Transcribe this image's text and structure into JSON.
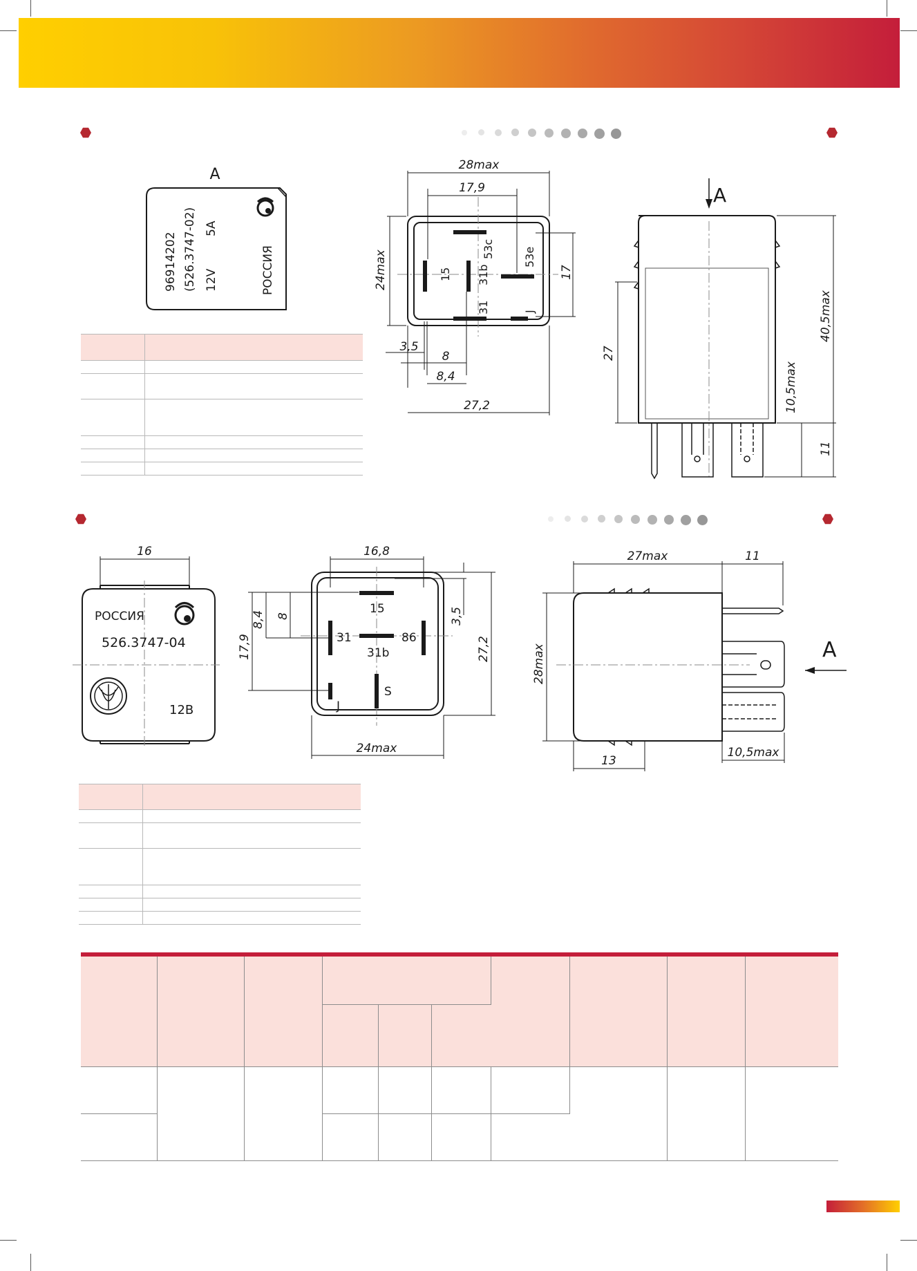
{
  "colors": {
    "banner_start": "#ffcf00",
    "banner_end": "#c41e3a",
    "accent": "#b52830",
    "table_header": "#fbe0db"
  },
  "relay1": {
    "top_label": "A",
    "code": "96914202",
    "model": "(526.3747-02)",
    "voltage": "12V",
    "current": "5A",
    "country": "РОССИЯ",
    "pins": {
      "p15": "15",
      "p31b": "31b",
      "p31": "31",
      "p53c": "53c",
      "p53e": "53e",
      "pJ": "J"
    },
    "dims": {
      "width_max": "28max",
      "pin_span": "17,9",
      "depth_max": "24max",
      "pin_height": "17",
      "d35": "3,5",
      "d8": "8",
      "d84": "8,4",
      "base": "27,2",
      "arrow_label": "A",
      "h27": "27",
      "h405": "40,5max",
      "h105": "10,5max",
      "h11": "11"
    }
  },
  "relay2": {
    "country": "РОССИЯ",
    "model": "526.3747-04",
    "voltage": "12В",
    "pins": {
      "p15": "15",
      "p31": "31",
      "p31b": "31b",
      "p86": "86",
      "pS": "S",
      "pJ": "J"
    },
    "dims": {
      "w16": "16",
      "pin_span": "16,8",
      "d84": "8,4",
      "d8": "8",
      "h179": "17,9",
      "d35": "3,5",
      "h272": "27,2",
      "w24": "24max",
      "len27": "27max",
      "l11": "11",
      "arrow_label": "A",
      "h28": "28max",
      "l13": "13",
      "l105": "10,5max"
    }
  }
}
